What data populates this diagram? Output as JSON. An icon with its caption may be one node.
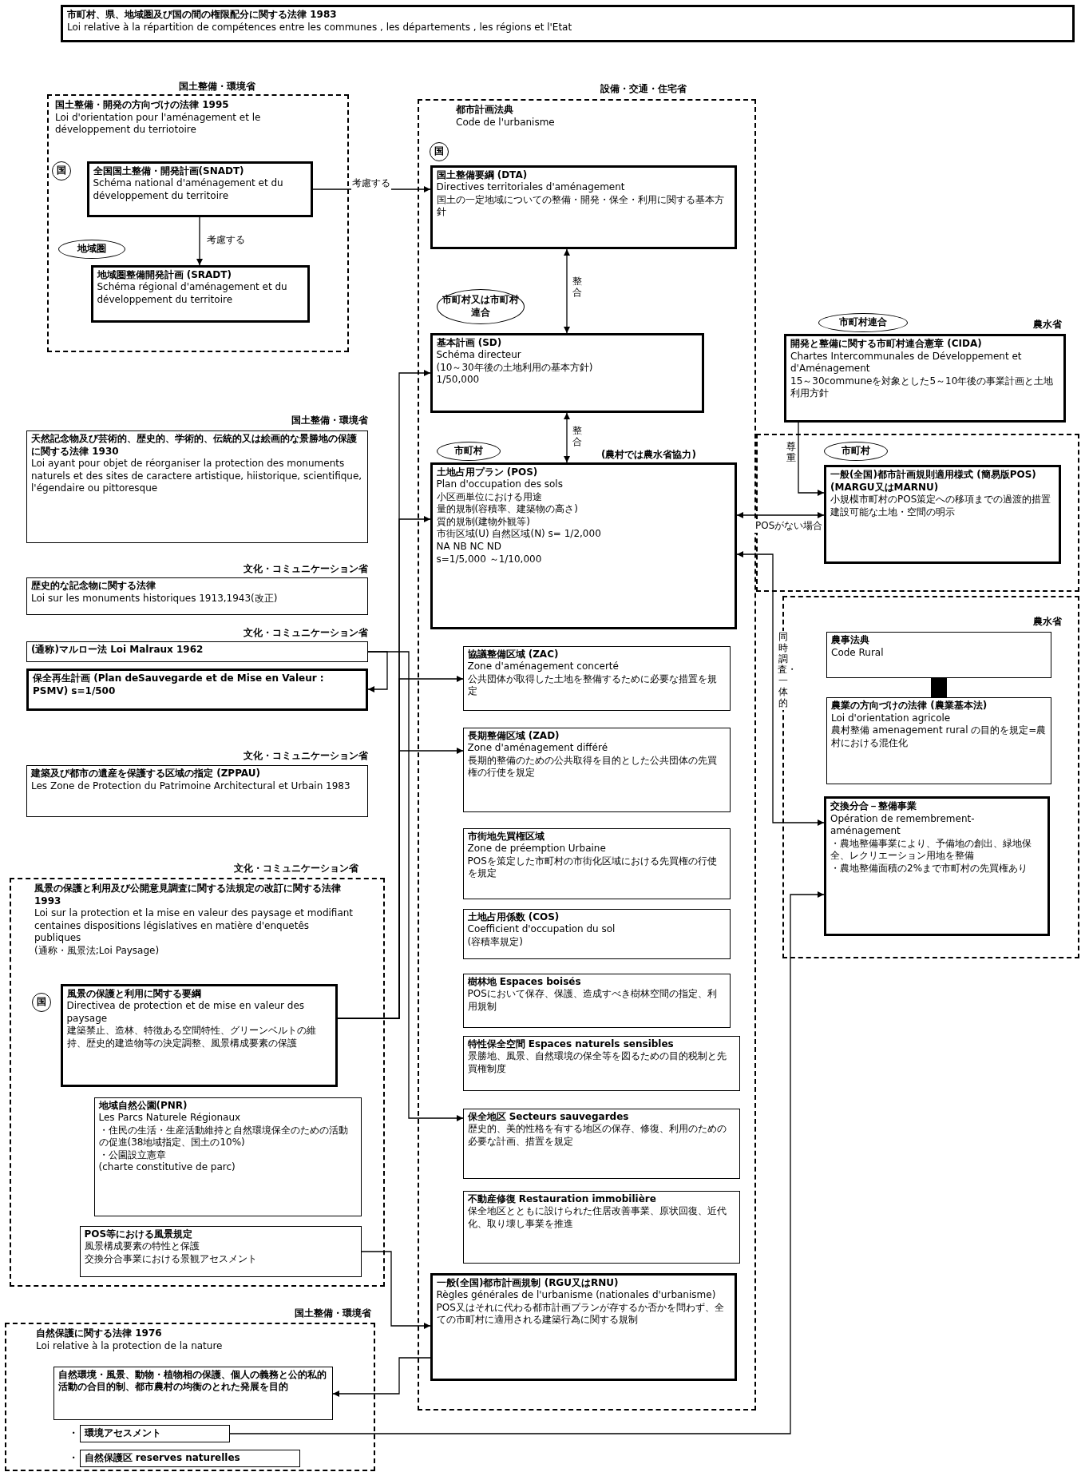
{
  "diagram": {
    "nodes": [
      {
        "text": [
          "市町村、県、地域圏及び国の間の権限配分に関する法律 1983",
          "Loi relative à la répartition de compétences entre les communes , les départements , les régions et l'Etat"
        ]
      },
      {
        "text": [
          "国土整備・開発の方向づけの法律 1995",
          "Loi d'orientation pour l'aménagement et le développement du terriotoire"
        ],
        "beside": [
          "国土整備・環境省"
        ]
      },
      {
        "text": [
          "国"
        ],
        "in": 1
      },
      {
        "text": [
          "全国国土整備・開発計画(SNADT)",
          "Schéma national d'aménagement et du développement du territoire"
        ],
        "in": 1
      },
      {
        "text": [
          "地域圏"
        ],
        "in": 1
      },
      {
        "text": [
          "地域圏整備開発計画 (SRADT)",
          "Schéma régional d'aménagement et du développement du territoire"
        ],
        "in": 1
      },
      {
        "text": [
          "都市計画法典",
          "Code de l'urbanisme"
        ],
        "beside": [
          "設備・交通・住宅省"
        ]
      },
      {
        "text": [
          "国"
        ],
        "in": 6
      },
      {
        "text": [
          "国土整備要綱 (DTA)",
          "Directives territoriales d'aménagement",
          "国土の一定地域についての整備・開発・保全・利用に関する基本方針"
        ],
        "in": 6
      },
      {
        "text": [
          "市町村又は市町村連合"
        ],
        "in": 6
      },
      {
        "text": [
          "基本計画 (SD)",
          "Schéma directeur",
          "(10～30年後の土地利用の基本方針)",
          "1/50,000"
        ],
        "in": 6
      },
      {
        "text": [
          "市町村"
        ],
        "in": 6
      },
      {
        "text": [
          "土地占用プラン (POS)",
          "Plan d'occupation des sols",
          "小区画単位における用途",
          "量的規制(容積率、建築物の高さ)",
          "質的規制(建物外観等)",
          "市街区域(U) 自然区域(N) s= 1/2,000",
          "NA NB NC ND",
          "s=1/5,000 ～1/10,000"
        ],
        "beside": [
          "(農村では農水省協力)"
        ],
        "in": 6
      },
      {
        "text": [
          "協議整備区域 (ZAC)",
          "Zone d'aménagement concerté",
          "公共団体が取得した土地を整備するために必要な措置を規定"
        ],
        "in": 6
      },
      {
        "text": [
          "長期整備区域 (ZAD)",
          "Zone d'aménagement différé",
          "長期的整備のための公共取得を目的とした公共団体の先買権の行使を規定"
        ],
        "in": 6
      },
      {
        "text": [
          "市街地先買権区域",
          "Zone de préemption Urbaine",
          "POSを策定した市町村の市街化区域における先買権の行使を規定"
        ],
        "in": 6
      },
      {
        "text": [
          "土地占用係数 (COS)",
          "Coefficient d'occupation du sol",
          "(容積率規定)"
        ],
        "in": 6
      },
      {
        "text": [
          "樹林地 Espaces boisés",
          "POSにおいて保存、保護、造成すべき樹林空間の指定、利用規制"
        ],
        "in": 6
      },
      {
        "text": [
          "特性保全空間 Espaces naturels sensibles",
          "景勝地、風景、自然環境の保全等を図るための目的税制と先買権制度"
        ],
        "in": 6
      },
      {
        "text": [
          "保全地区 Secteurs sauvegardes",
          "歴史的、美的性格を有する地区の保存、修復、利用のための必要な計画、措置を規定"
        ],
        "in": 6
      },
      {
        "text": [
          "不動産修復 Restauration immobilière",
          "保全地区とともに設けられた住居改善事業、原状回復、近代化、取り壊し事業を推進"
        ],
        "in": 6
      },
      {
        "text": [
          "一般(全国)都市計画規制 (RGU又はRNU)",
          "Règles générales de l'urbanisme (nationales d'urbanisme)",
          "POS又はそれに代わる都市計画プランが存するか否かを問わず、全ての市町村に適用される建築行為に関する規制"
        ],
        "in": 6
      },
      {
        "text": [
          "市町村連合"
        ]
      },
      {
        "text": [
          "開発と整備に関する市町村連合憲章 (CIDA)",
          "Chartes Intercommunales de Développement et d'Aménagement",
          "15～30communeを対象とした5～10年後の事業計画と土地利用方針"
        ],
        "beside": [
          "農水省"
        ]
      },
      {
        "text": [
          "市町村"
        ]
      },
      {
        "text": [
          "一般(全国)都市計画規則適用様式 (簡易版POS)(MARGU又はMARNU)",
          "小規模市町村のPOS策定への移項までの過渡的措置",
          "建設可能な土地・空間の明示"
        ]
      },
      {
        "text": [
          "農事法典",
          "Code Rural"
        ],
        "beside": [
          "農水省"
        ]
      },
      {
        "text": [
          "農業の方向づけの法律 (農業基本法)",
          "Loi d'orientation agricole",
          "農村整備 amenagement rural の目的を規定=農村における混住化"
        ]
      },
      {
        "text": [
          "交換分合－整備事業",
          "Opération de remembrement-aménagement",
          "・農地整備事業により、予備地の創出、緑地保全、レクリエーション用地を整備",
          "・農地整備面積の2%まで市町村の先買権あり"
        ]
      },
      {
        "text": [
          "天然記念物及び芸術的、歴史的、学術的、伝統的又は絵画的な景勝地の保護に関する法律 1930",
          "Loi ayant pour objet de réorganiser la protection des monuments naturels et des sites de caractere artistique, hiistorique, scientifique, l'égendaire ou pittoresque"
        ],
        "beside": [
          "国土整備・環境省"
        ]
      },
      {
        "text": [
          "歴史的な記念物に関する法律",
          "Loi sur les monuments historiques 1913,1943(改正)"
        ],
        "beside": [
          "文化・コミュニケーション省"
        ]
      },
      {
        "text": [
          "(通称)マルロー法 Loi Malraux 1962"
        ],
        "beside": [
          "文化・コミュニケーション省"
        ]
      },
      {
        "text": [
          "保全再生計画 (Plan deSauvegarde et de Mise en Valeur : PSMV) s=1/500"
        ]
      },
      {
        "text": [
          "建築及び都市の遺産を保護する区域の指定 (ZPPAU)",
          "Les Zone de Protection du Patrimoine Architectural et Urbain 1983"
        ],
        "beside": [
          "文化・コミュニケーション省"
        ]
      },
      {
        "text": [
          "風景の保護と利用及び公開意見調査に関する法規定の改訂に関する法律 1993",
          "Loi sur la protection et la mise en valeur des paysage et modifiant centaines dispositions législatives en matière d'enquetês publiques",
          "(通称・風景法;Loi Paysage)"
        ],
        "beside": [
          "文化・コミュニケーション省"
        ]
      },
      {
        "text": [
          "国"
        ],
        "in": 34
      },
      {
        "text": [
          "風景の保護と利用に関する要綱",
          "Directivea de protection et de mise en valeur des paysage",
          "建築禁止、造林、特徴ある空間特性、グリーンベルトの維持、歴史的建造物等の決定調整、風景構成要素の保護"
        ],
        "in": 34
      },
      {
        "text": [
          "地域自然公園(PNR)",
          "Les Parcs Naturele Régionaux",
          "・住民の生活・生産活動維持と自然環境保全のための活動の促進(38地域指定、国土の10%)",
          "・公園設立憲章",
          "(charte constitutive de parc)"
        ],
        "in": 34
      },
      {
        "text": [
          "POS等における風景規定",
          "風景構成要素の特性と保護",
          "交換分合事業における景観アセスメント"
        ],
        "in": 34
      },
      {
        "text": [
          "自然保護に関する法律 1976",
          "Loi relative à la protection de la nature"
        ],
        "beside": [
          "国土整備・環境省"
        ]
      },
      {
        "text": [
          "自然環境・風景、動物・植物相の保護、個人の義務と公的私的活動の合目的制、都市農村の均衡のとれた発展を目的"
        ],
        "in": 39
      },
      {
        "text": [
          "環境アセスメント"
        ],
        "beside": [
          "・"
        ],
        "in": 39
      },
      {
        "text": [
          "自然保護区 reserves naturelles"
        ],
        "beside": [
          "・"
        ],
        "in": 39
      }
    ],
    "edges": [
      {
        "from": 3,
        "to": 8,
        "arrow": "to",
        "label": "考慮する"
      },
      {
        "from": 3,
        "to": 5,
        "arrow": "to",
        "label": "考慮する"
      },
      {
        "from": 8,
        "to": 10,
        "arrow": "both",
        "label": "整合"
      },
      {
        "from": 10,
        "to": 12,
        "arrow": "both",
        "label": "整合"
      },
      {
        "from": 23,
        "to": 25,
        "arrow": "to",
        "label": "尊重"
      },
      {
        "from": 12,
        "to": 25,
        "arrow": "both",
        "label": "POSがない場合"
      },
      {
        "from": 12,
        "to": 28,
        "arrow": "both",
        "label": "同時調査・一体的"
      },
      {
        "from": 36,
        "to": 10,
        "arrow": "to"
      },
      {
        "from": 36,
        "to": 12,
        "arrow": "to"
      },
      {
        "from": 36,
        "to": 13,
        "arrow": "to"
      },
      {
        "from": 36,
        "to": 14,
        "arrow": "to"
      },
      {
        "from": 31,
        "to": 32,
        "arrow": "to"
      },
      {
        "from": 31,
        "to": 19,
        "arrow": "to"
      },
      {
        "from": 38,
        "to": 21,
        "arrow": "to"
      },
      {
        "from": 21,
        "to": 40,
        "arrow": "to"
      },
      {
        "from": 41,
        "to": 28,
        "arrow": "to"
      },
      {
        "from": 26,
        "to": 27,
        "arrow": "none",
        "style": "thick"
      }
    ]
  }
}
